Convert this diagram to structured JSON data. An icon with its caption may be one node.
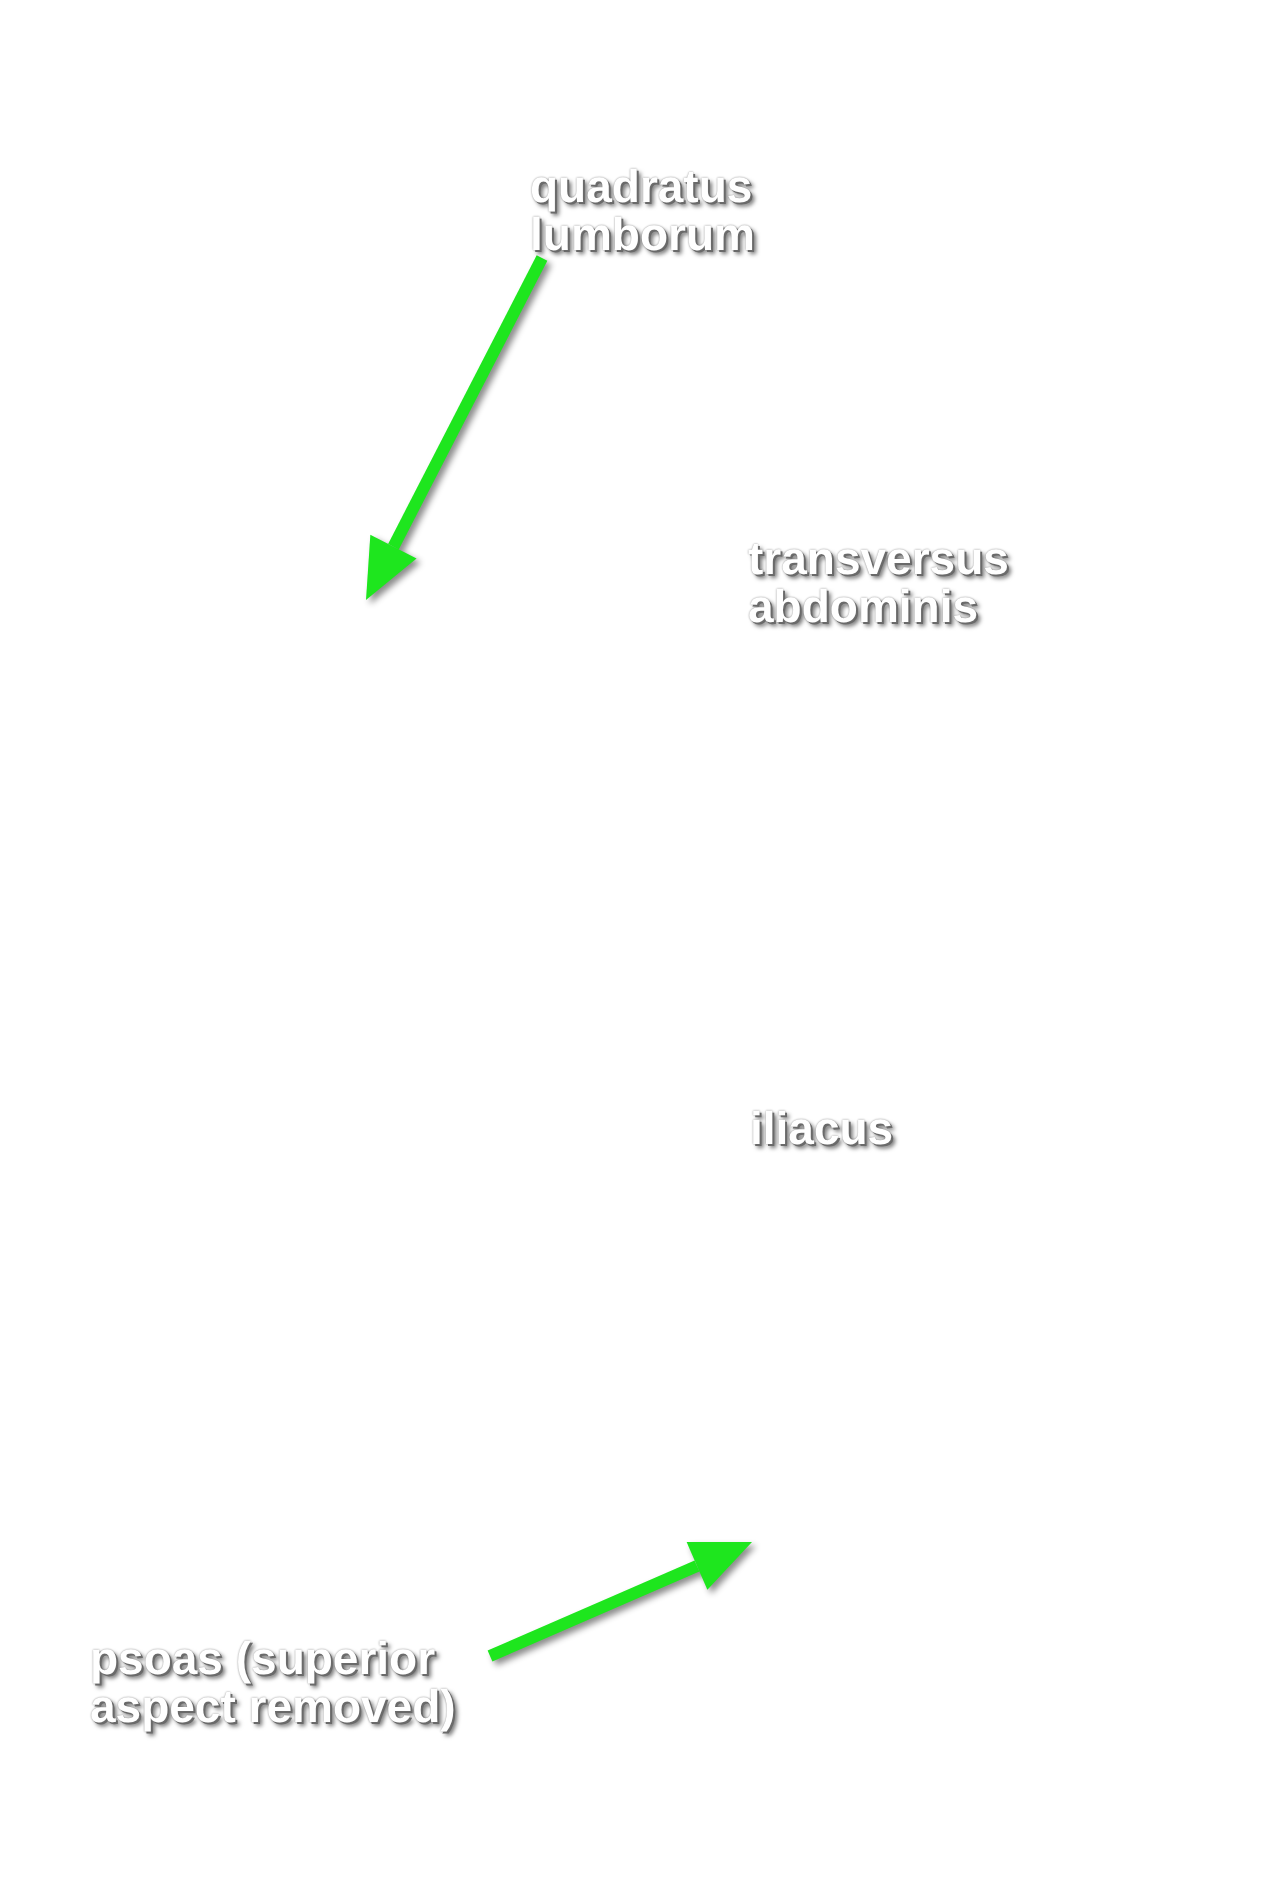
{
  "diagram": {
    "nodes": [
      {
        "text": [
          "quadratus lumborum"
        ]
      },
      {
        "text": [
          "psoas (superior aspect removed)"
        ]
      }
    ],
    "edges": [
      {
        "from": 0,
        "to": null,
        "arrow": "to"
      },
      {
        "from": 1,
        "to": null,
        "arrow": "to"
      }
    ],
    "labels": [
      "transversus abdominis",
      "iliacus"
    ]
  }
}
